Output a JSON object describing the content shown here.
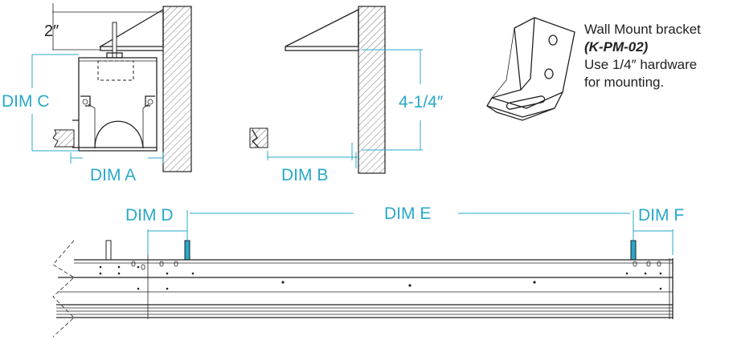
{
  "labels": {
    "two_inch": "2″",
    "dim_a": "DIM A",
    "dim_b": "DIM B",
    "dim_c": "DIM C",
    "dim_d": "DIM D",
    "dim_e": "DIM E",
    "dim_f": "DIM F",
    "four_quarter": "4-1/4″"
  },
  "bracket_note": {
    "title": "Wall Mount bracket",
    "part": "(K-PM-02)",
    "line3": "Use 1/4″ hardware",
    "line4": "for mounting."
  },
  "colors": {
    "dimension": "#29a8c9",
    "ink": "#222222"
  }
}
